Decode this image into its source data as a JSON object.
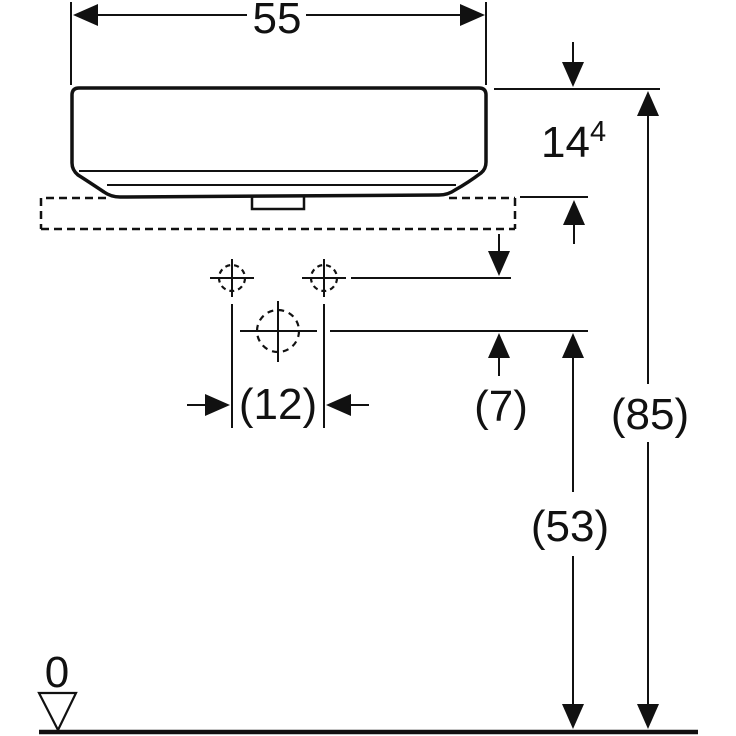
{
  "drawing": {
    "type": "technical-dimension-drawing",
    "subject": "countertop washbasin, front view with hidden countertop and hole positions",
    "labels": {
      "width": "55",
      "rim_height": "14",
      "rim_height_sup": "4",
      "tap_spacing": "(12)",
      "tap_to_drain": "(7)",
      "drain_height": "(53)",
      "rim_level": "(85)",
      "datum_zero": "0"
    },
    "colors": {
      "line": "#111111",
      "background": "#ffffff"
    }
  }
}
